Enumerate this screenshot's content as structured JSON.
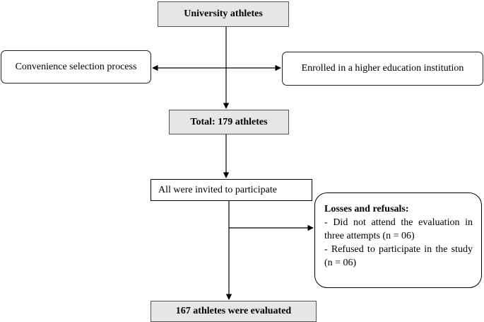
{
  "nodes": {
    "top": "University athletes",
    "left": "Convenience selection process",
    "right": "Enrolled in a higher education institution",
    "total": "Total: 179 athletes",
    "invite": "All were invited to participate",
    "losses": {
      "title": "Losses and refusals:",
      "items": [
        "- Did not attend the evaluation in three attempts (n = 06)",
        "- Refused to participate in the study (n = 06)"
      ]
    },
    "final": "167 athletes were evaluated"
  }
}
